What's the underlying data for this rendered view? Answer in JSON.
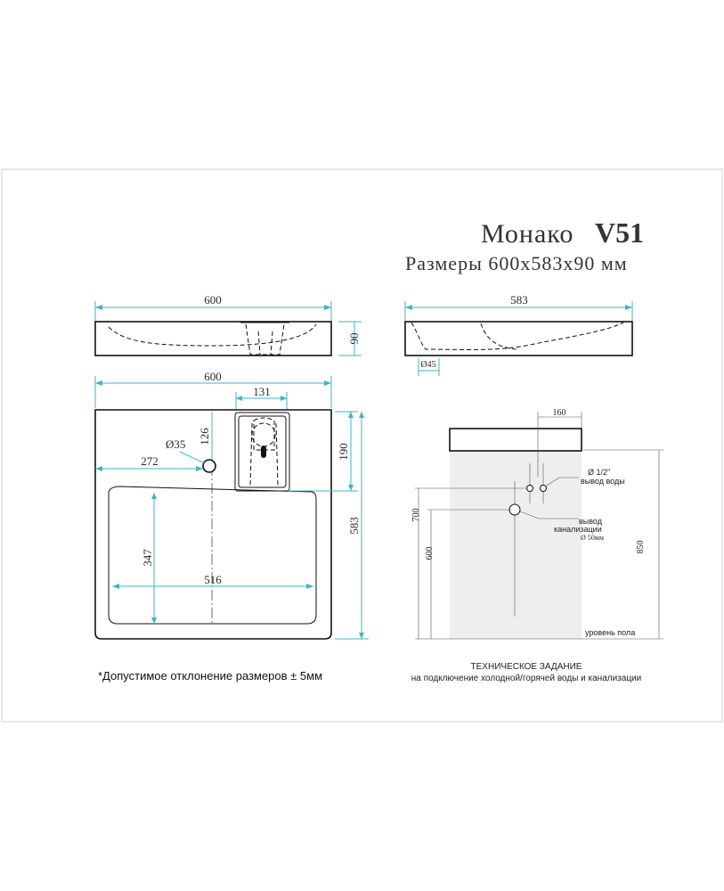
{
  "title": {
    "name": "Монако",
    "code": "V51",
    "dimensions": "Размеры 600х583х90 мм"
  },
  "front_view": {
    "width": "600",
    "height": "90"
  },
  "side_view": {
    "depth": "583",
    "drain_diameter": "Ø45"
  },
  "top_view": {
    "width": "600",
    "faucet_width": "131",
    "hole_offset_y": "126",
    "hole_diameter": "Ø35",
    "hole_offset_x": "272",
    "faucet_depth": "190",
    "depth": "583",
    "bowl_depth": "347",
    "bowl_width": "516"
  },
  "install_spec": {
    "offset": "160",
    "water_outlet_size": "Ø 1/2\"",
    "water_outlet_label": "вывод воды",
    "sewer_label_1": "вывод",
    "sewer_label_2": "канализации",
    "sewer_size": "Ø 50мм",
    "height_water": "700",
    "height_sewer": "600",
    "height_top": "850",
    "floor_label": "уровень пола",
    "caption_1": "ТЕХНИЧЕСКОЕ ЗАДАНИЕ",
    "caption_2": "на подключение холодной/горячей воды и канализации"
  },
  "tolerance_note": "*Допустимое отклонение размеров ± 5мм"
}
